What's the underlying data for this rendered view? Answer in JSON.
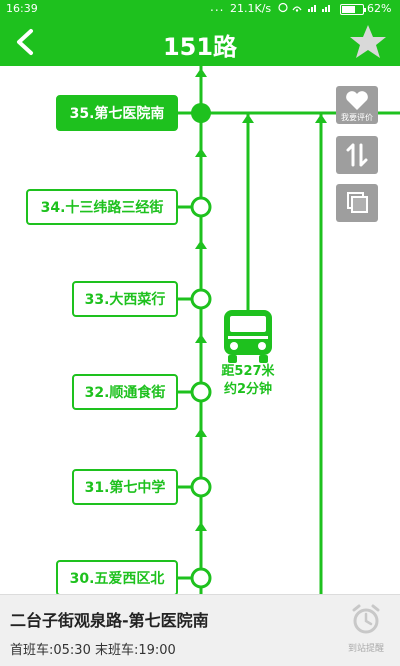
{
  "status_bar": {
    "time": "16:39",
    "dots": "...",
    "network_speed": "21.1K/s",
    "battery": "62%"
  },
  "header": {
    "title": "151路"
  },
  "stations": [
    {
      "label": "35.第七医院南",
      "active": true
    },
    {
      "label": "34.十三纬路三经街",
      "active": false
    },
    {
      "label": "33.大西菜行",
      "active": false
    },
    {
      "label": "32.顺通食街",
      "active": false
    },
    {
      "label": "31.第七中学",
      "active": false
    },
    {
      "label": "30.五爱西区北",
      "active": false
    }
  ],
  "bus": {
    "distance": "距527米",
    "eta": "约2分钟"
  },
  "side_buttons": {
    "favorite_label": "我要评价"
  },
  "bottom": {
    "route_name": "二台子街观泉路-第七医院南",
    "schedule": "首班车:05:30 末班车:19:00",
    "alarm_label": "到站提醒"
  },
  "colors": {
    "primary": "#1ec11e",
    "panel": "#f0f0f0",
    "side_button": "#9e9e9e"
  }
}
